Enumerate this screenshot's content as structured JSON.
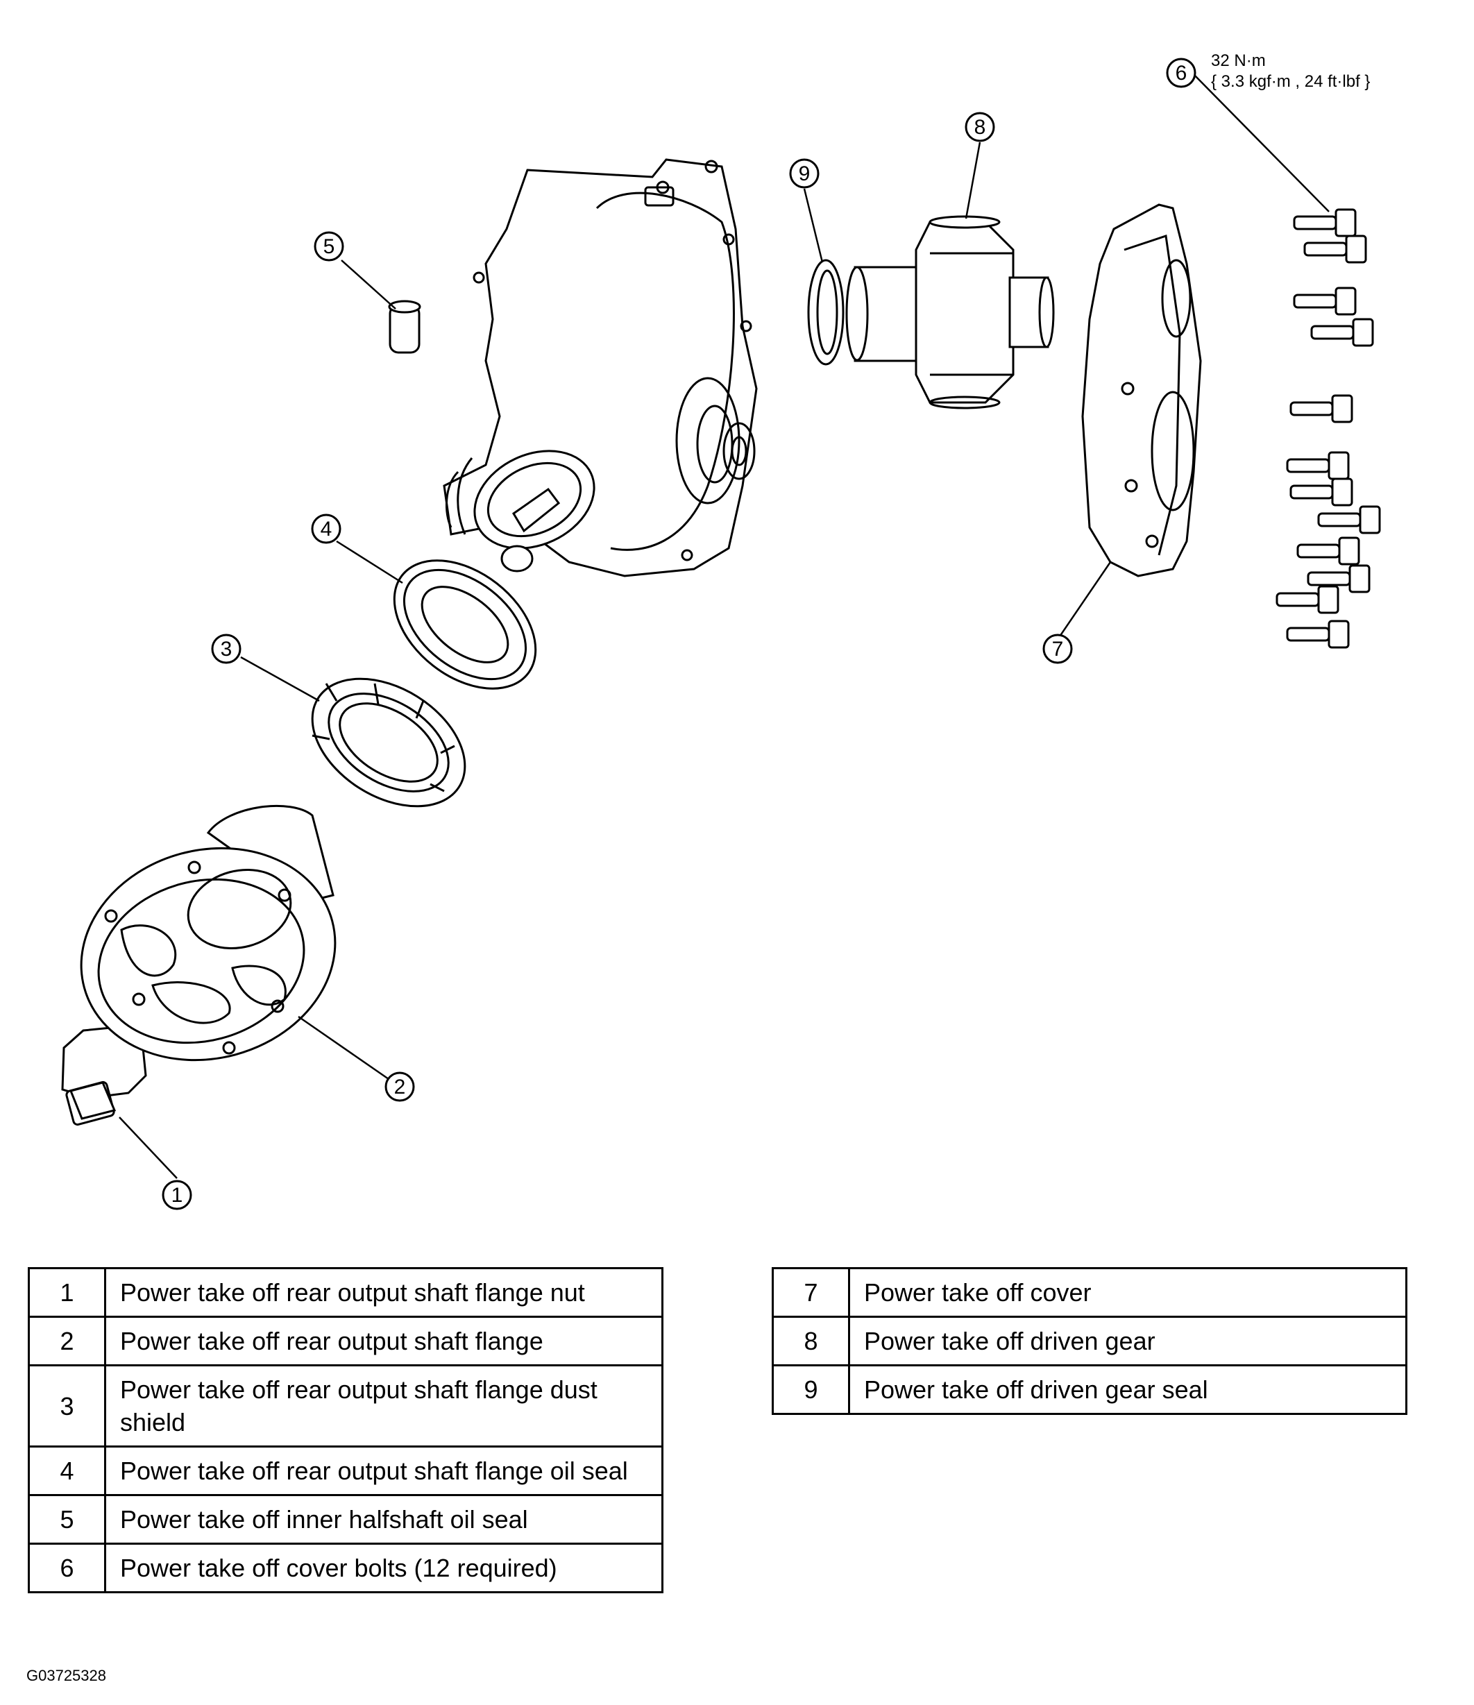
{
  "callouts": {
    "c1": "1",
    "c2": "2",
    "c3": "3",
    "c4": "4",
    "c5": "5",
    "c6": "6",
    "c7": "7",
    "c8": "8",
    "c9": "9"
  },
  "torque_spec": {
    "line1": "32 N·m",
    "line2": "{ 3.3 kgf·m , 24 ft·lbf }"
  },
  "legend_left": [
    {
      "num": "1",
      "desc": "Power take off rear output shaft flange nut"
    },
    {
      "num": "2",
      "desc": "Power take off rear output shaft flange"
    },
    {
      "num": "3",
      "desc": "Power take off rear output shaft flange dust shield"
    },
    {
      "num": "4",
      "desc": "Power take off rear output shaft flange oil seal"
    },
    {
      "num": "5",
      "desc": "Power take off inner halfshaft oil seal"
    },
    {
      "num": "6",
      "desc": "Power take off cover bolts (12 required)"
    }
  ],
  "legend_right": [
    {
      "num": "7",
      "desc": "Power take off cover"
    },
    {
      "num": "8",
      "desc": "Power take off driven gear"
    },
    {
      "num": "9",
      "desc": "Power take off driven gear seal"
    }
  ],
  "figure_id": "G03725328"
}
